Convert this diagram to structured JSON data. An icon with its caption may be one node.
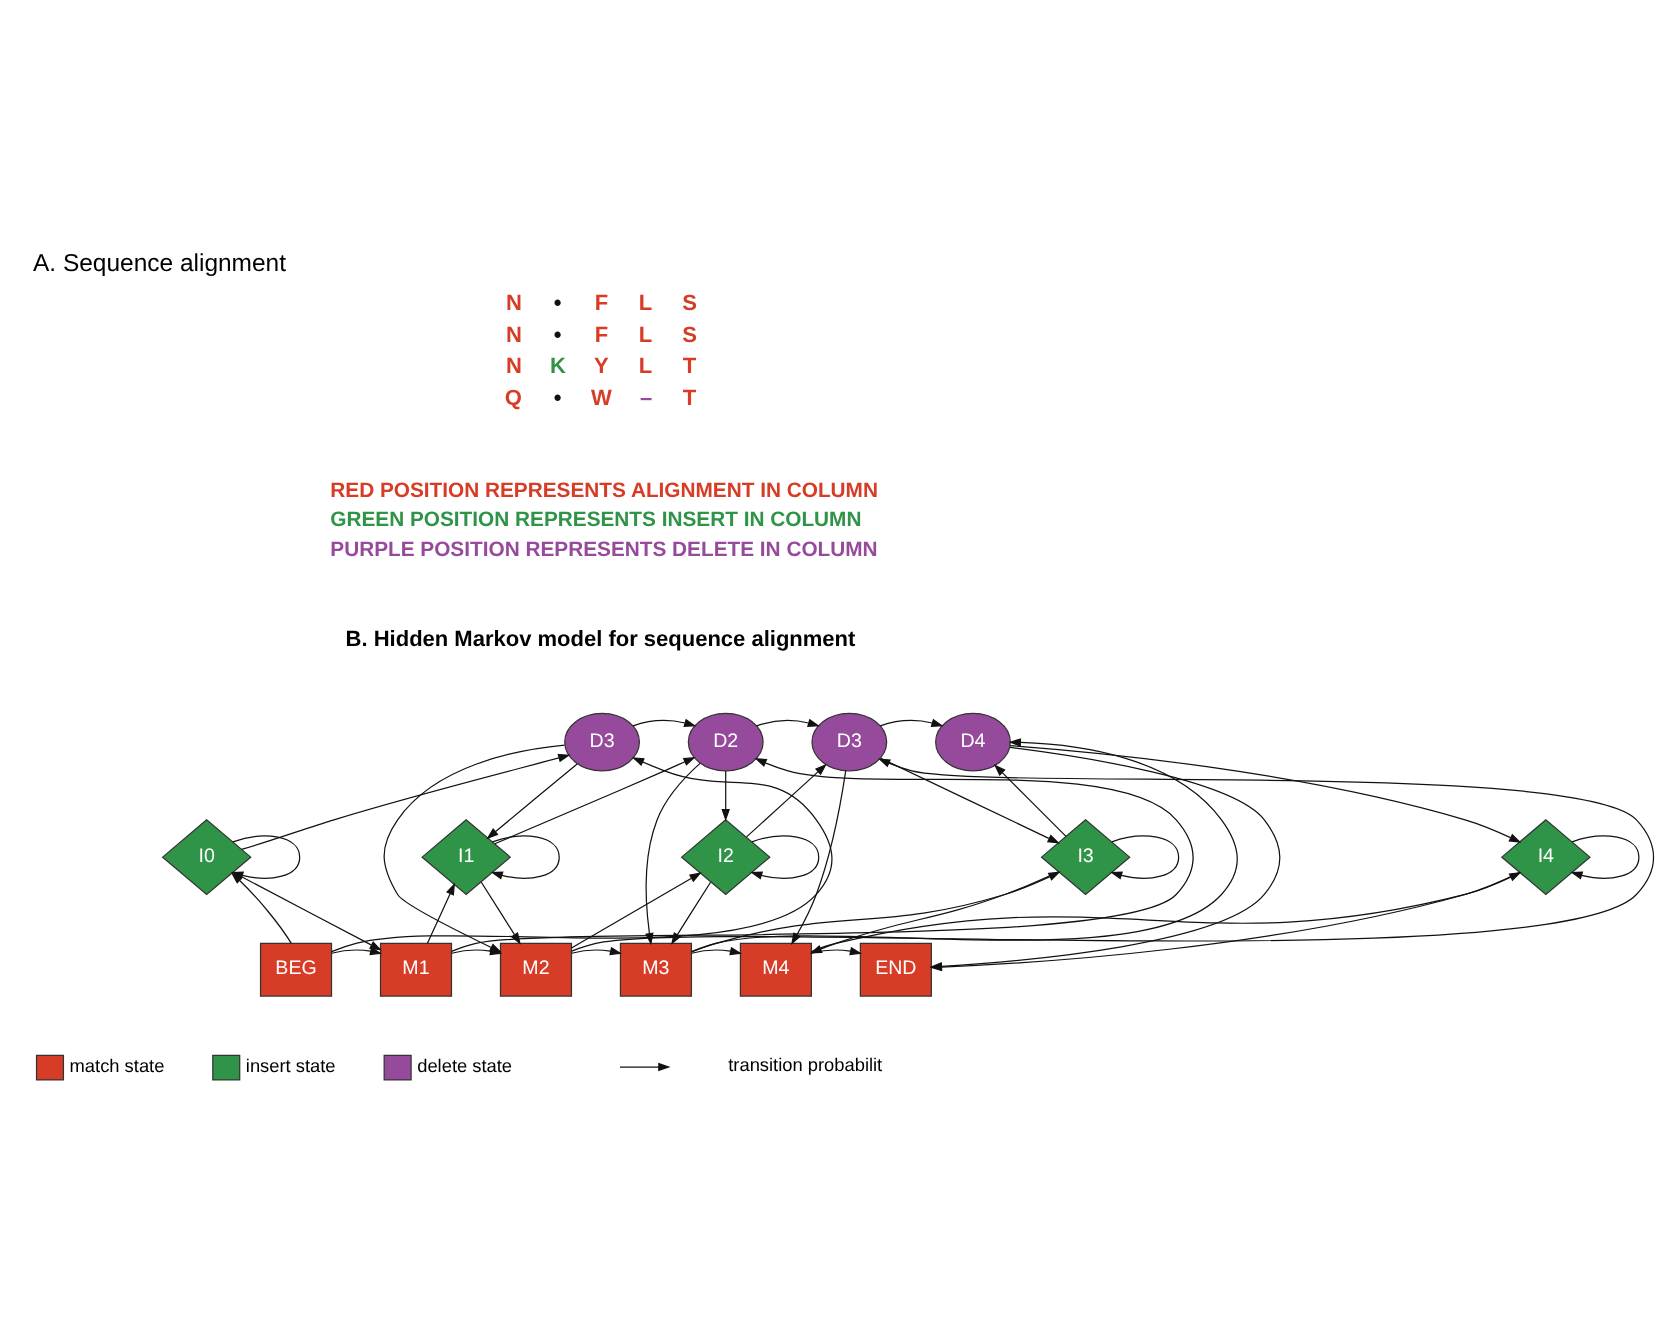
{
  "diagram": {
    "title": "A. Sequence alignment",
    "nodes": [
      {
        "text": [
          "D3"
        ]
      },
      {
        "text": [
          "D2"
        ]
      },
      {
        "text": [
          "D3"
        ]
      },
      {
        "text": [
          "D4"
        ]
      },
      {
        "text": [
          "I0"
        ]
      },
      {
        "text": [
          "I1"
        ]
      },
      {
        "text": [
          "I2"
        ]
      },
      {
        "text": [
          "I3"
        ]
      },
      {
        "text": [
          "I4"
        ]
      },
      {
        "text": [
          "BEG"
        ]
      },
      {
        "text": [
          "M1"
        ]
      },
      {
        "text": [
          "M2"
        ]
      },
      {
        "text": [
          "M3"
        ]
      },
      {
        "text": [
          "M4"
        ]
      },
      {
        "text": [
          "END"
        ]
      }
    ],
    "edges": [
      {
        "from": 0,
        "to": 1,
        "arrow": "to"
      },
      {
        "from": 1,
        "to": 2,
        "arrow": "to"
      },
      {
        "from": 2,
        "to": 3,
        "arrow": "to"
      },
      {
        "from": 9,
        "to": 10,
        "arrow": "to"
      },
      {
        "from": 10,
        "to": 11,
        "arrow": "to"
      },
      {
        "from": 11,
        "to": 12,
        "arrow": "to"
      },
      {
        "from": 12,
        "to": 13,
        "arrow": "to"
      },
      {
        "from": 13,
        "to": 14,
        "arrow": "to"
      },
      {
        "from": 9,
        "to": 4,
        "arrow": "to"
      },
      {
        "from": 9,
        "to": 0,
        "arrow": "to"
      },
      {
        "from": 4,
        "to": 4,
        "arrow": "to"
      },
      {
        "from": 4,
        "to": 0,
        "arrow": "to"
      },
      {
        "from": 4,
        "to": 10,
        "arrow": "to"
      },
      {
        "from": 0,
        "to": 5,
        "arrow": "to"
      },
      {
        "from": 0,
        "to": 11,
        "arrow": "to"
      },
      {
        "from": 10,
        "to": 5,
        "arrow": "to"
      },
      {
        "from": 10,
        "to": 1,
        "arrow": "to"
      },
      {
        "from": 5,
        "to": 5,
        "arrow": "to"
      },
      {
        "from": 5,
        "to": 1,
        "arrow": "to"
      },
      {
        "from": 5,
        "to": 11,
        "arrow": "to"
      },
      {
        "from": 1,
        "to": 6,
        "arrow": "to"
      },
      {
        "from": 1,
        "to": 12,
        "arrow": "to"
      },
      {
        "from": 11,
        "to": 6,
        "arrow": "to"
      },
      {
        "from": 11,
        "to": 2,
        "arrow": "to"
      },
      {
        "from": 6,
        "to": 6,
        "arrow": "to"
      },
      {
        "from": 6,
        "to": 2,
        "arrow": "to"
      },
      {
        "from": 6,
        "to": 12,
        "arrow": "to"
      },
      {
        "from": 2,
        "to": 7,
        "arrow": "to"
      },
      {
        "from": 2,
        "to": 13,
        "arrow": "to"
      },
      {
        "from": 12,
        "to": 7,
        "arrow": "to"
      },
      {
        "from": 12,
        "to": 3,
        "arrow": "to"
      },
      {
        "from": 7,
        "to": 7,
        "arrow": "to"
      },
      {
        "from": 7,
        "to": 3,
        "arrow": "to"
      },
      {
        "from": 7,
        "to": 13,
        "arrow": "to"
      },
      {
        "from": 3,
        "to": 8,
        "arrow": "to"
      },
      {
        "from": 3,
        "to": 14,
        "arrow": "to"
      },
      {
        "from": 13,
        "to": 8,
        "arrow": "to"
      },
      {
        "from": 8,
        "to": 8,
        "arrow": "to"
      },
      {
        "from": 8,
        "to": 14,
        "arrow": "to"
      }
    ],
    "labels": [
      "N",
      "•",
      "F",
      "L",
      "S",
      "N",
      "•",
      "F",
      "L",
      "S",
      "N",
      "K",
      "Y",
      "L",
      "T",
      "Q",
      "•",
      "W",
      "–",
      "T",
      "RED POSITION REPRESENTS ALIGNMENT IN COLUMN",
      "GREEN POSITION REPRESENTS INSERT IN COLUMN",
      "PURPLE POSITION REPRESENTS DELETE IN COLUMN",
      "B. Hidden Markov model for sequence alignment"
    ],
    "legend": [
      {
        "text": "match state",
        "color": "#d63c26"
      },
      {
        "text": "insert state",
        "color": "#2f9447"
      },
      {
        "text": "delete state",
        "color": "#964a9c"
      },
      {
        "text": "transition probabilit"
      }
    ]
  }
}
